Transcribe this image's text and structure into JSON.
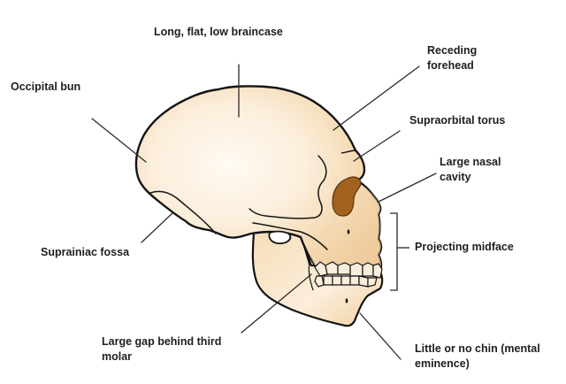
{
  "diagram": {
    "subject": "Neanderthal skull, lateral view",
    "colors": {
      "bone_light": "#fdf6ec",
      "bone_mid": "#f6ddb8",
      "bone_dark": "#eec795",
      "orbit": "#a0621e",
      "outline": "#141414",
      "leader_line": "#2a2a2a",
      "text": "#1e1e1e"
    },
    "labels": {
      "braincase": "Long, flat, low braincase",
      "occipital_bun": "Occipital bun",
      "forehead_line1": "Receding",
      "forehead_line2": "forehead",
      "supraorbital": "Supraorbital torus",
      "nasal_line1": "Large nasal",
      "nasal_line2": "cavity",
      "suprainiac": "Suprainiac fossa",
      "midface": "Projecting midface",
      "molar_line1": "Large gap behind third",
      "molar_line2": "molar",
      "chin_line1": "Little or no chin (mental",
      "chin_line2": "eminence)"
    }
  }
}
